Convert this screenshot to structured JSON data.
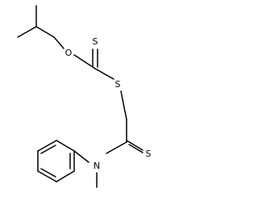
{
  "molecule": {
    "atoms": {
      "o1": "O",
      "s_thione1": "S",
      "s_thioether": "S",
      "s_thione2": "S",
      "n1": "N"
    }
  }
}
